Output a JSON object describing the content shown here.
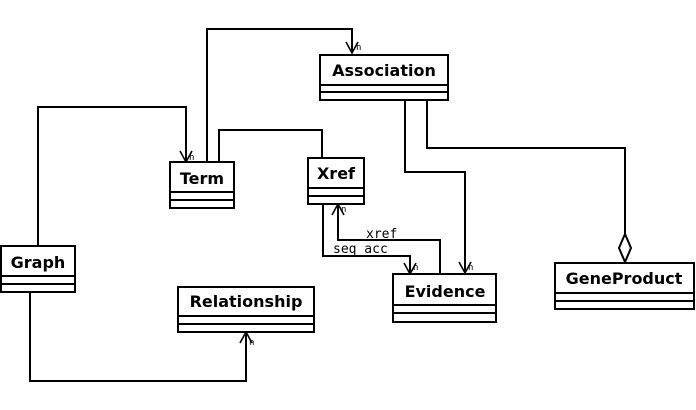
{
  "classes": {
    "association": "Association",
    "term": "Term",
    "xref": "Xref",
    "graph": "Graph",
    "relationship": "Relationship",
    "evidence": "Evidence",
    "gene_product": "GeneProduct"
  },
  "role_labels": {
    "xref": "xref",
    "seq_acc": "seq acc"
  },
  "multiplicities": {
    "term_to_association": "n",
    "graph_to_term": "n",
    "graph_to_relationship": "n",
    "evidence_to_xref": "n",
    "xref_to_evidence": "n",
    "association_to_evidence": "n"
  }
}
